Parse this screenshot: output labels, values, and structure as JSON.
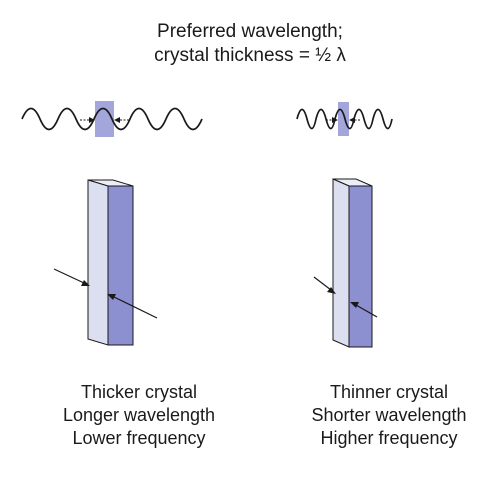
{
  "title": {
    "line1": "Preferred wavelength;",
    "line2": "crystal thickness = ½ λ"
  },
  "left": {
    "lines": [
      "Thicker crystal",
      "Longer wavelength",
      "Lower frequency"
    ]
  },
  "right": {
    "lines": [
      "Thinner crystal",
      "Shorter wavelength",
      "Higher frequency"
    ]
  },
  "colors": {
    "crystal_front": "#8c8fd0",
    "crystal_side": "#dcdff0",
    "highlight": "#a3a6db",
    "wave": "#1a1a1a"
  }
}
